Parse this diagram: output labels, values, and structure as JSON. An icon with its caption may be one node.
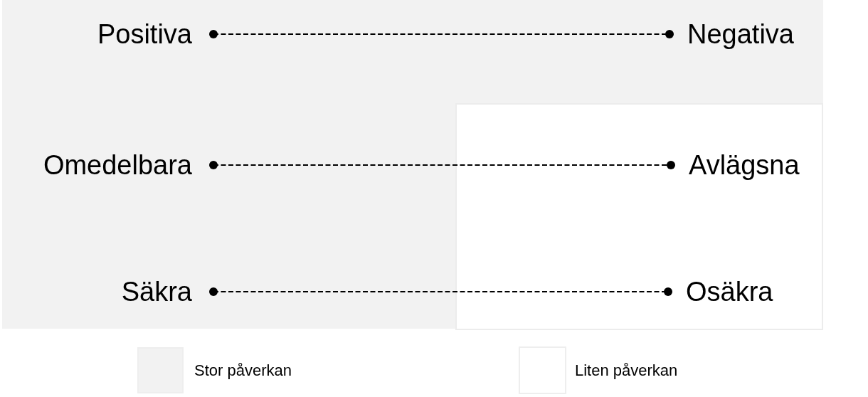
{
  "diagram": {
    "nodes": [
      {
        "text": [
          "Positiva"
        ]
      },
      {
        "text": [
          "Negativa"
        ]
      },
      {
        "text": [
          "Omedelbara"
        ]
      },
      {
        "text": [
          "Avlägsna"
        ]
      },
      {
        "text": [
          "Säkra"
        ]
      },
      {
        "text": [
          "Osäkra"
        ]
      }
    ],
    "edges": [
      {
        "from": 0,
        "to": 1,
        "arrow": "other",
        "style": "dashed"
      },
      {
        "from": 2,
        "to": 3,
        "arrow": "other",
        "style": "dashed"
      },
      {
        "from": 4,
        "to": 5,
        "arrow": "other",
        "style": "dashed"
      }
    ],
    "legend": [
      {
        "text": "Stor påverkan",
        "color": "#f2f2f2"
      },
      {
        "text": "Liten påverkan",
        "color": "#ffffff"
      }
    ]
  }
}
